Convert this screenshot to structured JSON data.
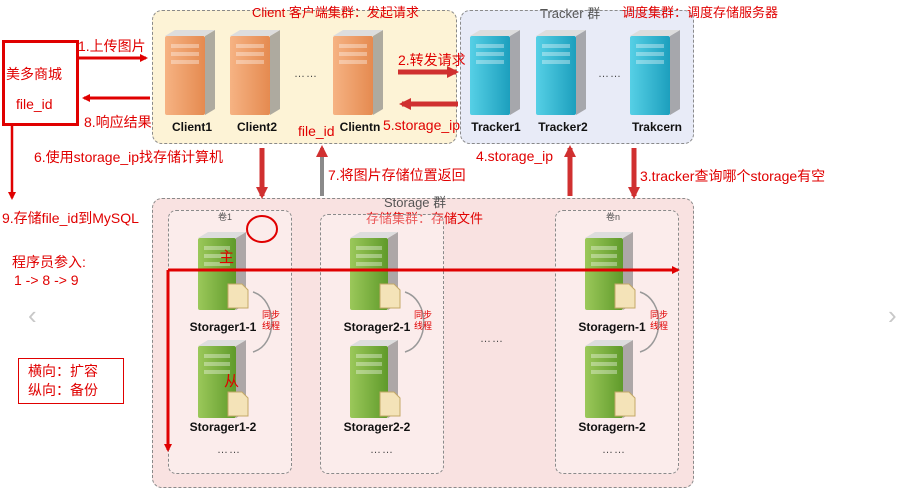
{
  "client_group": {
    "title": "Client 客户端集群：发起请求",
    "servers": [
      "Client1",
      "Client2",
      "Clientn"
    ],
    "dots": "……"
  },
  "tracker_group": {
    "title": "Tracker 群",
    "note": "调度集群：调度存储服务器",
    "servers": [
      "Tracker1",
      "Tracker2",
      "Trakcern"
    ],
    "dots": "……"
  },
  "storage_group": {
    "title": "Storage 群",
    "note": "存储集群：存储文件",
    "volumes": [
      {
        "tag": "卷1",
        "primary": "Storager1-1",
        "secondary": "Storager1-2",
        "dots": "……"
      },
      {
        "tag": "",
        "primary": "Storager2-1",
        "secondary": "Storager2-2",
        "dots": "……"
      },
      {
        "tag": "卷n",
        "primary": "Storagern-1",
        "secondary": "Storagern-2",
        "dots": "……"
      }
    ],
    "middle_dots": "……",
    "sync_label": "同步\n线程"
  },
  "mall": {
    "name": "美多商城",
    "field": "file_id"
  },
  "steps": {
    "s1": "1.上传图片",
    "s2": "2.转发请求",
    "s3": "3.tracker查询哪个storage有空",
    "s4": "4.storage_ip",
    "s5": "5.storage_ip",
    "s6": "6.使用storage_ip找存储计算机",
    "s7": "7.将图片存储位置返回",
    "s8": "8.响应结果",
    "s9": "9.存储file_id到MySQL",
    "file_id": "file_id"
  },
  "programmer": {
    "title": "程序员参入:",
    "order": "1 -> 8 -> 9"
  },
  "roles": {
    "master": "主",
    "slave": "从"
  },
  "scaling": {
    "horizontal": "横向：扩容",
    "vertical": "纵向：备份"
  },
  "nav": {
    "prev": "‹",
    "next": "›"
  },
  "colors": {
    "accent_red": "#e00000",
    "client_fill": "#fdf3d6",
    "tracker_fill": "#e8ebf7",
    "storage_fill": "#f9e2e1"
  }
}
